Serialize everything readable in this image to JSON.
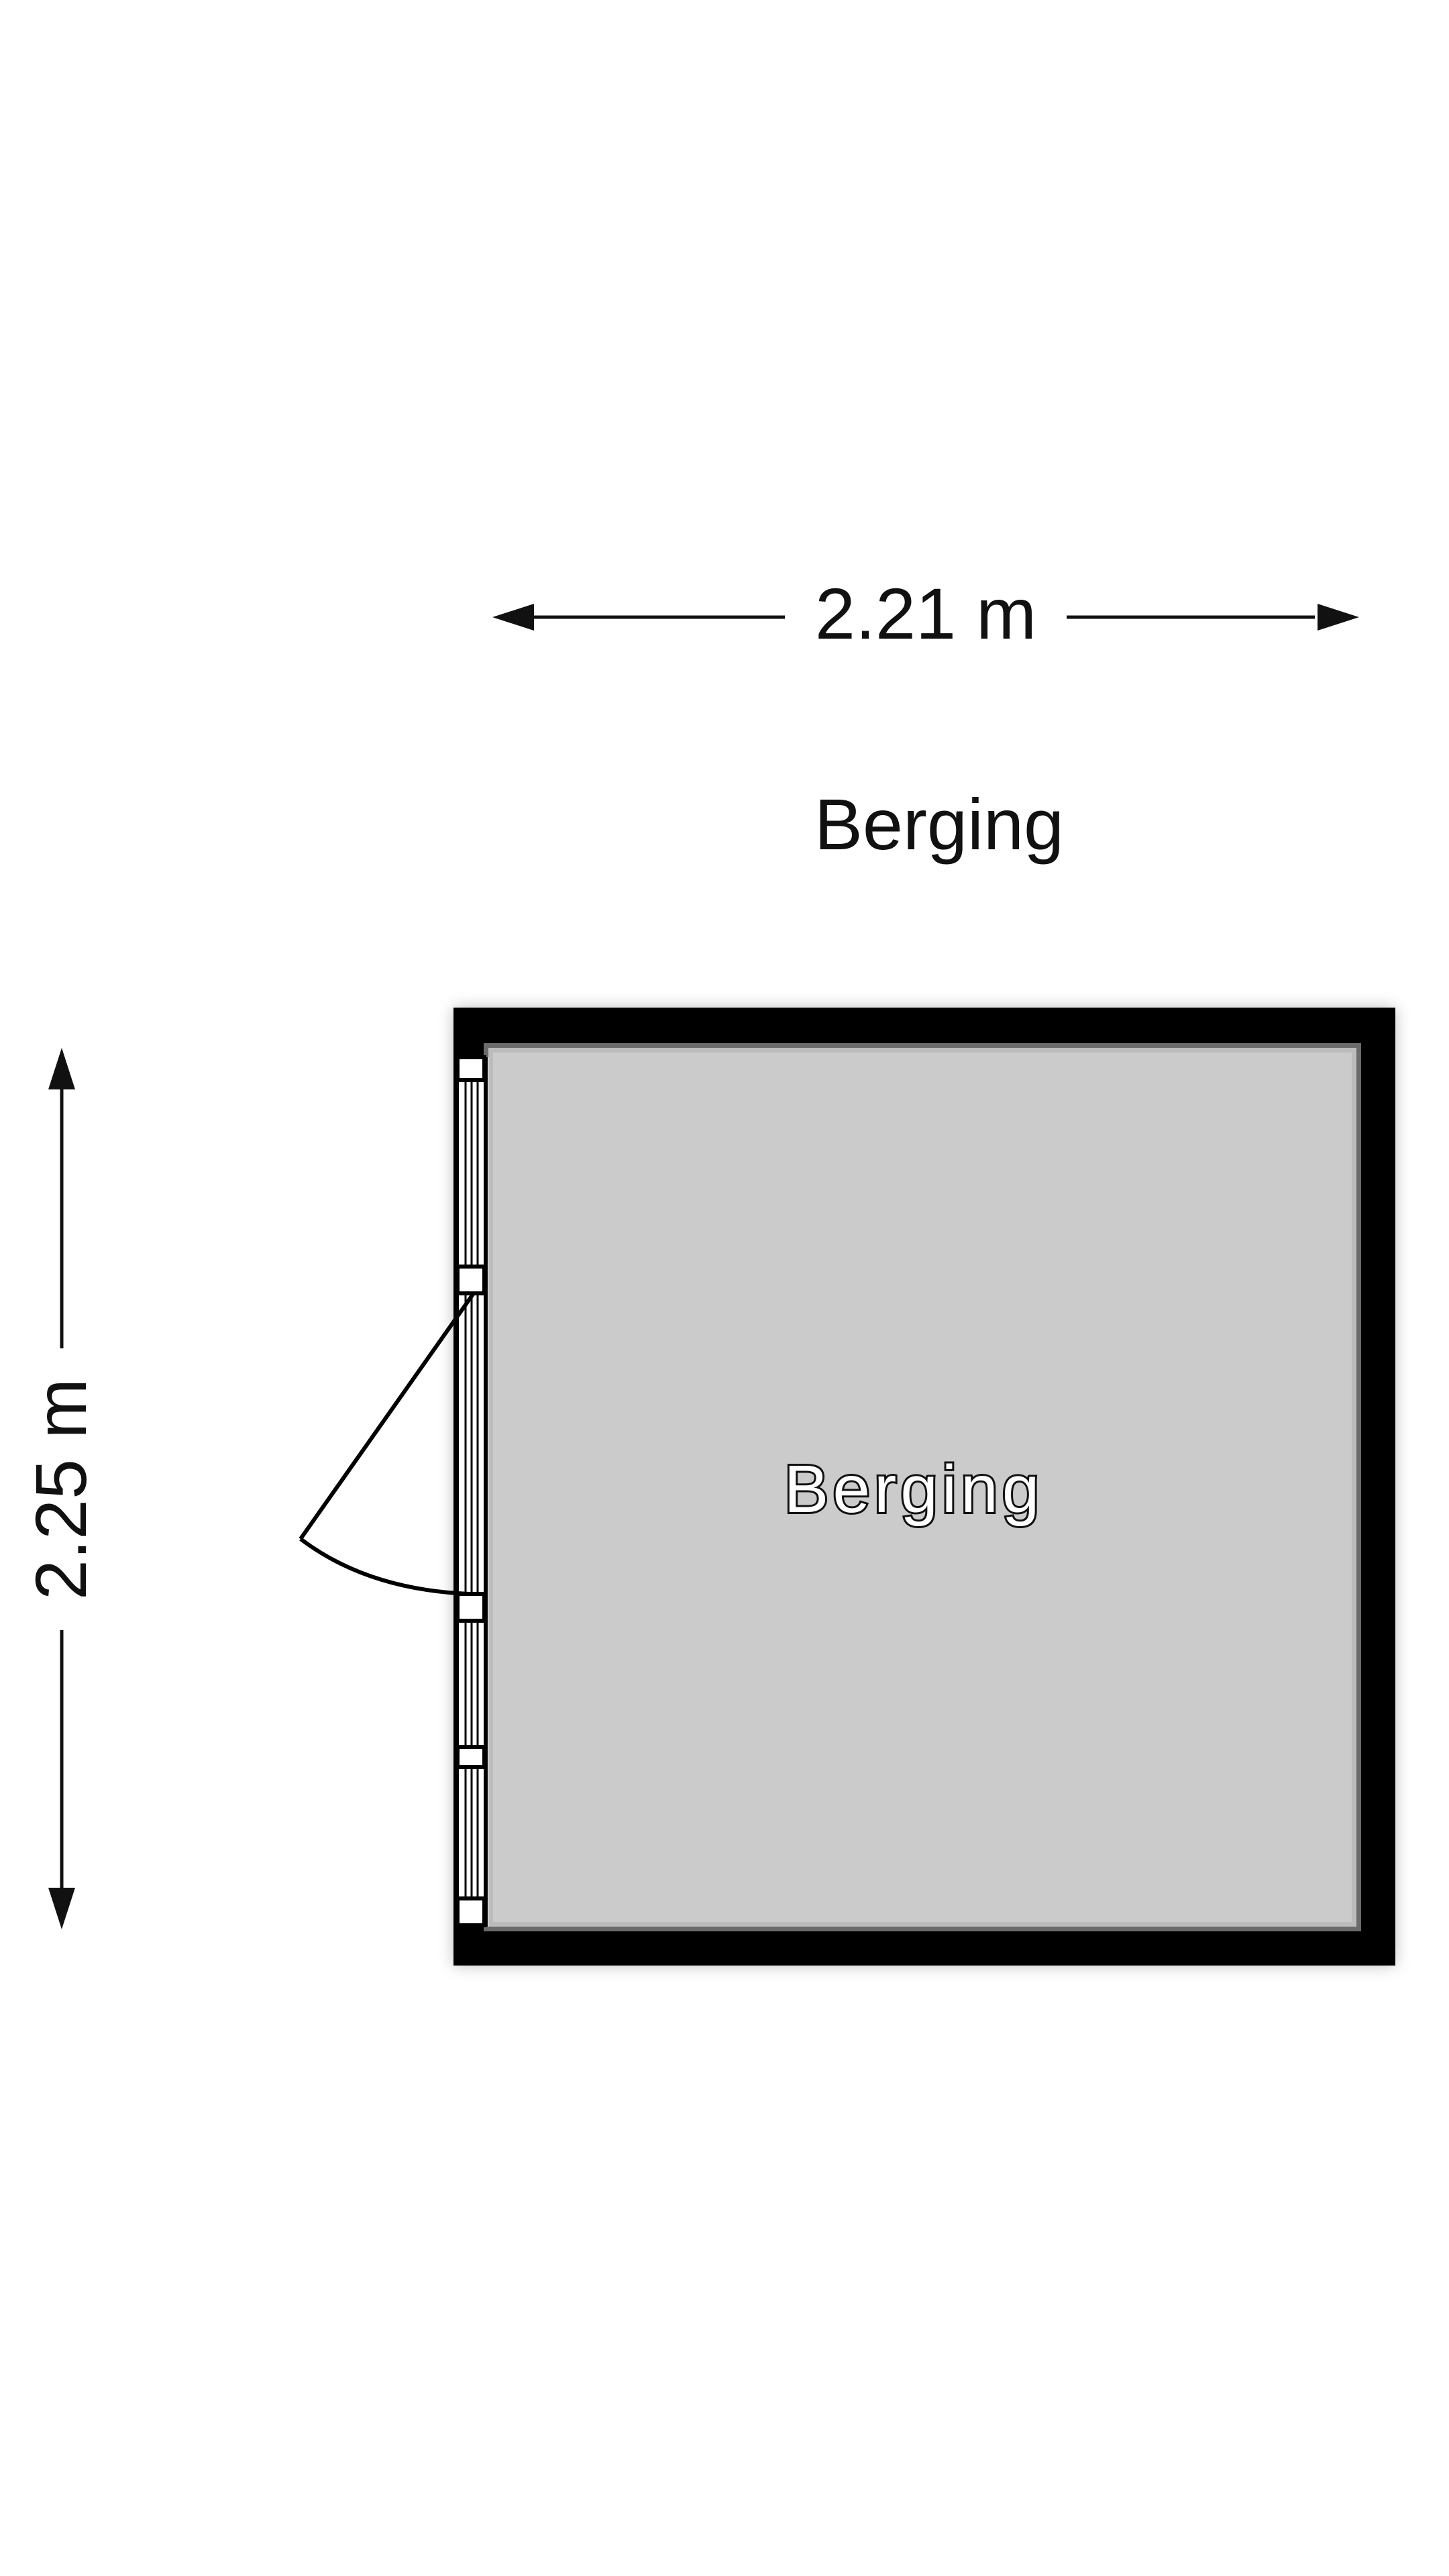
{
  "floor_plan": {
    "title": "Berging",
    "width_dimension": "2.21 m",
    "height_dimension": "2.25 m",
    "room": {
      "name": "Berging"
    }
  },
  "colors": {
    "wall": "#000000",
    "floor": "#cbcbcb",
    "dimension_line": "#111111",
    "background": "#ffffff"
  }
}
